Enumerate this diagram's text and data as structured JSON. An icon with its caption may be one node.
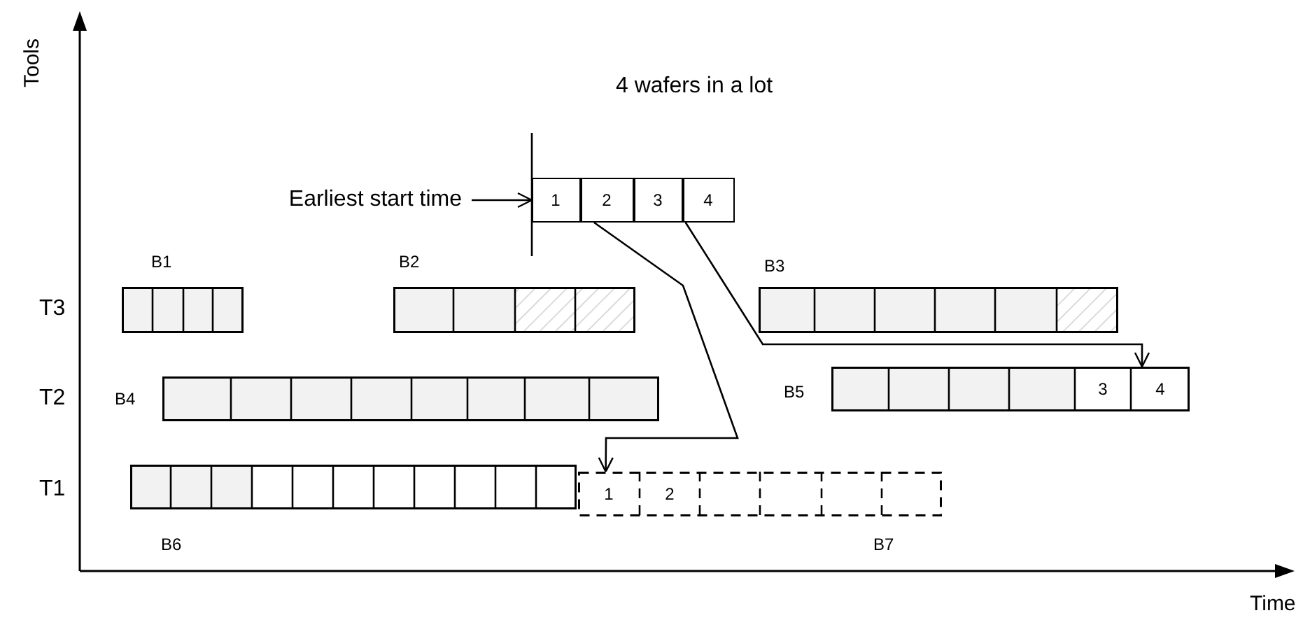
{
  "diagram": {
    "nodes": [
      {
        "text": [
          "Earliest start time"
        ]
      },
      {
        "text": [
          "1"
        ]
      },
      {
        "text": [
          "2"
        ]
      },
      {
        "text": [
          "3"
        ]
      },
      {
        "text": [
          "4"
        ]
      },
      {
        "text": [],
        "shape": "bar",
        "beside": [
          "B1"
        ]
      },
      {
        "text": [],
        "shape": "bar",
        "beside": [
          "B2"
        ]
      },
      {
        "text": [],
        "shape": "bar",
        "beside": [
          "B3"
        ]
      },
      {
        "text": [],
        "shape": "bar",
        "beside": [
          "B4"
        ]
      },
      {
        "text": [],
        "shape": "bar",
        "beside": [
          "B5"
        ]
      },
      {
        "text": [
          "3"
        ],
        "in": 9
      },
      {
        "text": [
          "4"
        ],
        "in": 9
      },
      {
        "text": [],
        "shape": "bar",
        "beside": [
          "B6"
        ]
      },
      {
        "text": [],
        "shape": "bar",
        "beside": [
          "B7"
        ]
      },
      {
        "text": [
          "1"
        ],
        "in": 13
      },
      {
        "text": [
          "2"
        ],
        "in": 13
      }
    ],
    "edges": [
      {
        "from": 0,
        "to": 1,
        "arrow": "to"
      },
      {
        "from": 2,
        "to": 14,
        "arrow": "to"
      },
      {
        "from": 4,
        "to": 11,
        "arrow": "to"
      }
    ],
    "labels": [
      "Tools",
      "4 wafers in a lot",
      "T3",
      "T2",
      "T1",
      "Time"
    ]
  }
}
